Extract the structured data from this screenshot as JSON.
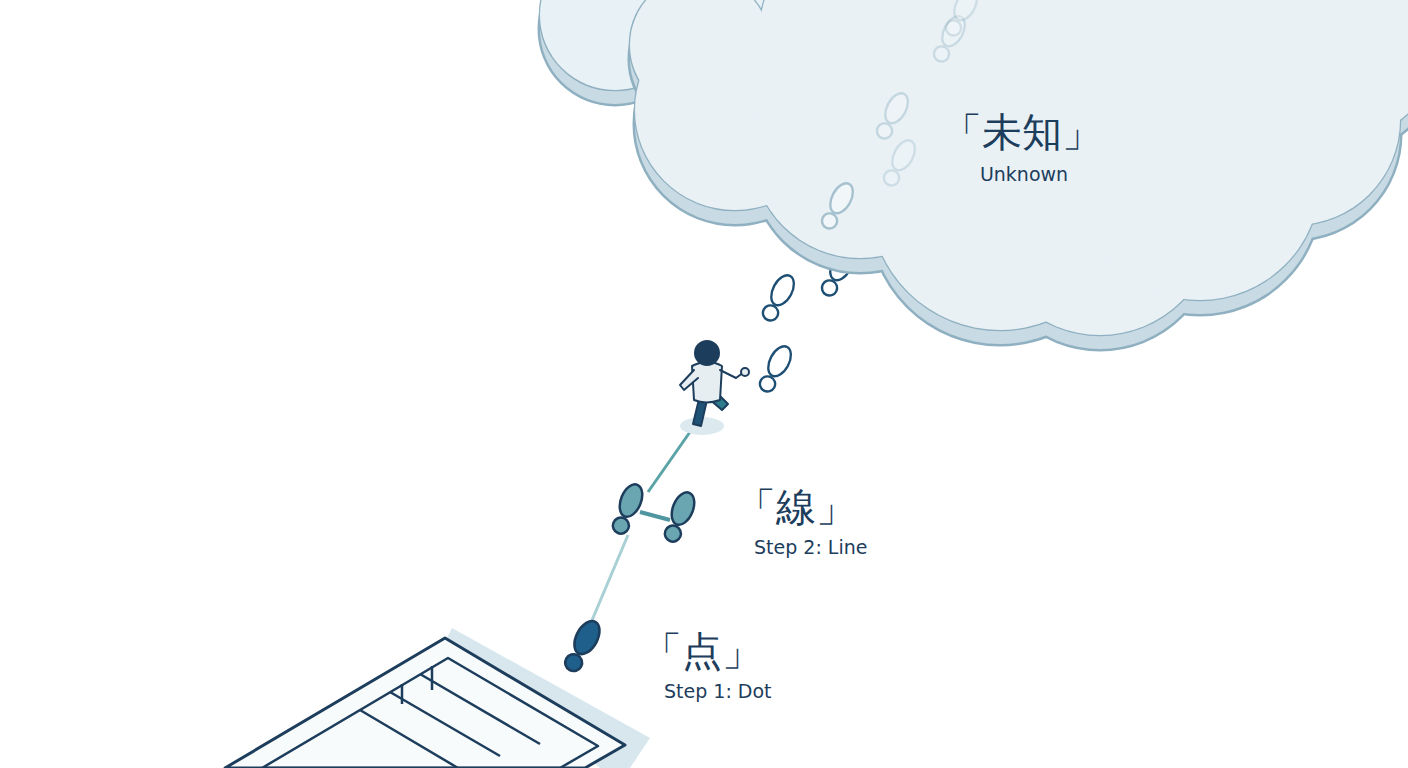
{
  "diagram": {
    "nodes": [
      {
        "text": [
          "「未知」",
          "Unknown"
        ]
      }
    ],
    "labels": [
      "「線」",
      "Step 2: Line",
      "「点」",
      "Step 1: Dot"
    ]
  }
}
